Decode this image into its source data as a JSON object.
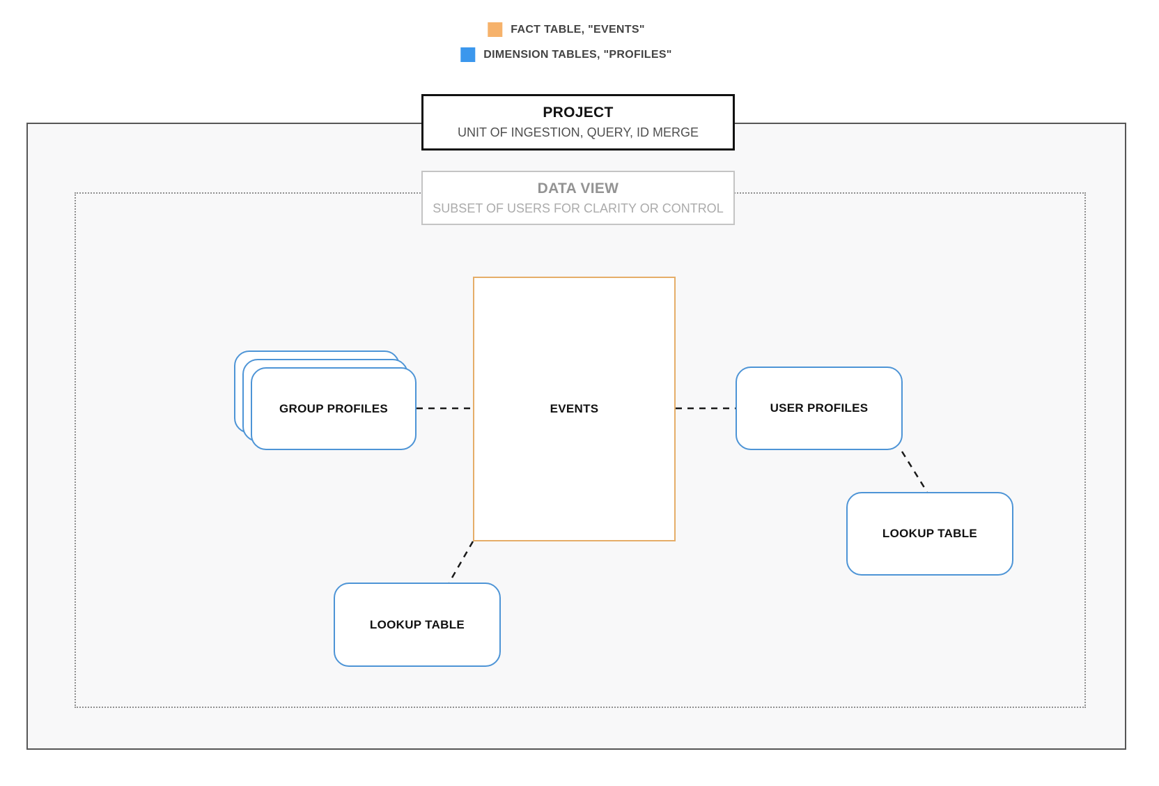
{
  "legend": {
    "items": [
      {
        "label": "FACT TABLE, \"EVENTS\"",
        "swatch_color": "#f6b26b"
      },
      {
        "label": "DIMENSION TABLES, \"PROFILES\"",
        "swatch_color": "#3b97ed"
      }
    ]
  },
  "project_box": {
    "title": "PROJECT",
    "subtitle": "UNIT OF INGESTION, QUERY, ID MERGE"
  },
  "data_view_box": {
    "title": "DATA VIEW",
    "subtitle": "SUBSET OF USERS FOR CLARITY OR CONTROL"
  },
  "nodes": {
    "events": {
      "label": "EVENTS",
      "border_color": "#e5ad68"
    },
    "group_profiles": {
      "label": "GROUP PROFILES",
      "border_color": "#4d94d6",
      "stack_count": 3
    },
    "user_profiles": {
      "label": "USER PROFILES",
      "border_color": "#4d94d6"
    },
    "lookup_table_left": {
      "label": "LOOKUP TABLE",
      "border_color": "#4d94d6"
    },
    "lookup_table_right": {
      "label": "LOOKUP TABLE",
      "border_color": "#4d94d6"
    }
  },
  "colors": {
    "fact_table_orange": "#f6b26b",
    "dimension_table_blue": "#3b97ed",
    "events_border": "#e5ad68",
    "profile_node_border": "#4d94d6",
    "project_border": "#111111",
    "outer_boundary_border": "#565656",
    "inner_boundary_fill": "#f8f8f9",
    "dotted_boundary_border": "#8f8f8f",
    "connector": "#1a1a1a"
  }
}
